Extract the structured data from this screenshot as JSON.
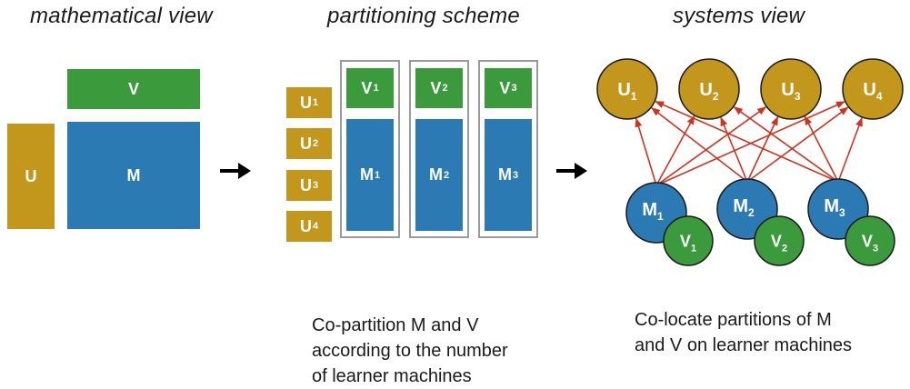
{
  "headers": {
    "mathematical": "mathematical view",
    "partitioning": "partitioning scheme",
    "systems": "systems view"
  },
  "math_view": {
    "U": "U",
    "V": "V",
    "M": "M"
  },
  "partitioning": {
    "U": [
      {
        "base": "U",
        "sub": "1"
      },
      {
        "base": "U",
        "sub": "2"
      },
      {
        "base": "U",
        "sub": "3"
      },
      {
        "base": "U",
        "sub": "4"
      }
    ],
    "groups": [
      {
        "v": {
          "base": "V",
          "sub": "1"
        },
        "m": {
          "base": "M",
          "sub": "1"
        }
      },
      {
        "v": {
          "base": "V",
          "sub": "2"
        },
        "m": {
          "base": "M",
          "sub": "2"
        }
      },
      {
        "v": {
          "base": "V",
          "sub": "3"
        },
        "m": {
          "base": "M",
          "sub": "3"
        }
      }
    ]
  },
  "systems": {
    "top_nodes": [
      {
        "base": "U",
        "sub": "1"
      },
      {
        "base": "U",
        "sub": "2"
      },
      {
        "base": "U",
        "sub": "3"
      },
      {
        "base": "U",
        "sub": "4"
      }
    ],
    "learners": [
      {
        "m": {
          "base": "M",
          "sub": "1"
        },
        "v": {
          "base": "V",
          "sub": "1"
        }
      },
      {
        "m": {
          "base": "M",
          "sub": "2"
        },
        "v": {
          "base": "V",
          "sub": "2"
        }
      },
      {
        "m": {
          "base": "M",
          "sub": "3"
        },
        "v": {
          "base": "V",
          "sub": "3"
        }
      }
    ]
  },
  "captions": {
    "partition": [
      "Co-partition M and V",
      "according to the number",
      "of learner machines"
    ],
    "colocate": [
      "Co-locate partitions of M",
      "and V on learner machines"
    ]
  },
  "colors": {
    "u_gold": "#c3961c",
    "m_blue": "#2c7ab4",
    "v_green": "#3a9a3c",
    "edge_red": "#d0321e",
    "frame_gray": "#9a9a9a"
  }
}
